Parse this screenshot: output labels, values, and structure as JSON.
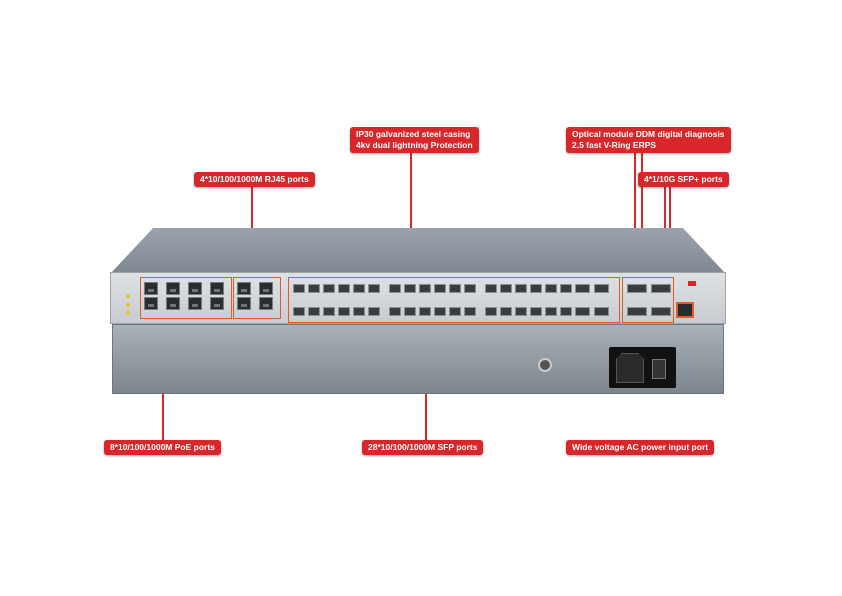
{
  "callouts": {
    "casing": {
      "line1": "IP30 galvanized steel casing",
      "line2": "4kv dual lightning Protection"
    },
    "ddm": {
      "line1": "Optical module DDM digital diagnosis",
      "line2": "2.5 fast V-Ring ERPS"
    },
    "rj45": "4*10/100/1000M RJ45 ports",
    "sfp_plus": "4*1/10G SFP+ ports",
    "poe": "8*10/100/1000M PoE ports",
    "sfp": "28*10/100/1000M SFP ports",
    "power": "Wide voltage AC power input port"
  },
  "colors": {
    "callout": "#d8262a",
    "port_outline": "#e05a2b",
    "chassis": "#c8ccd0"
  },
  "icons": {
    "power_socket": "iec-power-socket-icon",
    "power_switch": "rocker-switch-icon"
  }
}
